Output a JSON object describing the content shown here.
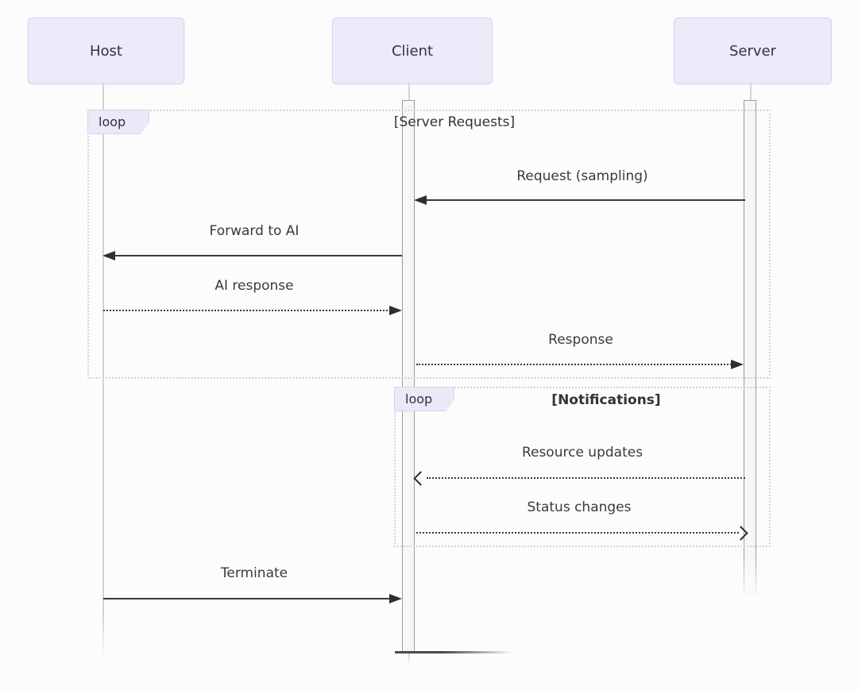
{
  "diagram": {
    "type": "sequence",
    "participants": [
      {
        "name": "Host"
      },
      {
        "name": "Client"
      },
      {
        "name": "Server"
      }
    ],
    "loops": [
      {
        "keyword": "loop",
        "condition": "[Server Requests]"
      },
      {
        "keyword": "loop",
        "condition": "[Notifications]"
      }
    ],
    "messages": [
      {
        "text": "Request (sampling)",
        "from": "Server",
        "to": "Client",
        "line": "solid",
        "arrowhead": "filled"
      },
      {
        "text": "Forward to AI",
        "from": "Client",
        "to": "Host",
        "line": "solid",
        "arrowhead": "filled"
      },
      {
        "text": "AI response",
        "from": "Host",
        "to": "Client",
        "line": "dotted",
        "arrowhead": "filled"
      },
      {
        "text": "Response",
        "from": "Client",
        "to": "Server",
        "line": "dotted",
        "arrowhead": "filled"
      },
      {
        "text": "Resource updates",
        "from": "Server",
        "to": "Client",
        "line": "dotted",
        "arrowhead": "open"
      },
      {
        "text": "Status changes",
        "from": "Client",
        "to": "Server",
        "line": "dotted",
        "arrowhead": "open"
      },
      {
        "text": "Terminate",
        "from": "Host",
        "to": "Client",
        "line": "solid",
        "arrowhead": "filled"
      }
    ],
    "colors": {
      "participant_fill": "#EBEBFA",
      "participant_border": "#D5D5EE",
      "loop_tab_fill": "#E9E9F8",
      "frame_border": "#D2D2DE",
      "lifeline": "#D2D2DA",
      "activation_fill": "#F6F6F6",
      "activation_border": "#9C9C9C",
      "message_line": "#3A3A3A",
      "text": "#333333",
      "background": "#FCFCFC"
    }
  }
}
